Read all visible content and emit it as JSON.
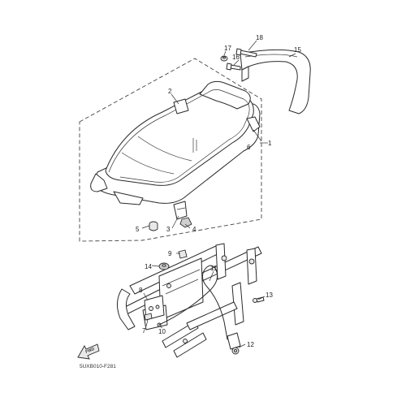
{
  "diagram_code": "5UXB010-F281",
  "direction_arrow_label": "FWD",
  "callouts": {
    "c1": "1",
    "c2": "2",
    "c3": "3",
    "c4": "4",
    "c5": "5",
    "c6": "6",
    "c7": "7",
    "c8": "8",
    "c9": "9",
    "c10": "10",
    "c11": "11",
    "c12": "12",
    "c13": "13",
    "c14": "14",
    "c15": "15",
    "c16": "16",
    "c17": "17",
    "c18": "18"
  }
}
